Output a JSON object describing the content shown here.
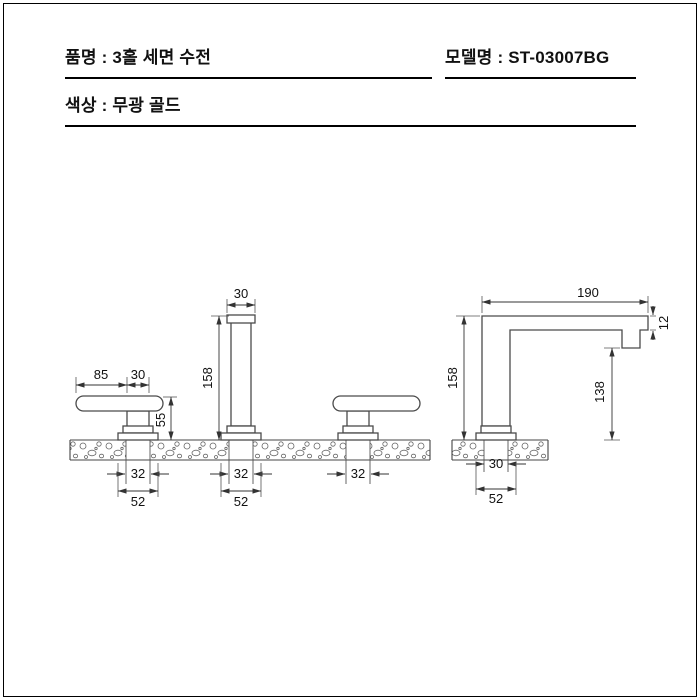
{
  "header": {
    "product": "품명 : 3홀 세면 수전",
    "model": "모델명 : ST-03007BG",
    "color": "색상 : 무광 골드"
  },
  "drawing": {
    "front_view": {
      "dims": {
        "spout_top_width": "30",
        "handle_length": "85",
        "handle_hub_width": "30",
        "spout_height": "158",
        "handle_height": "55",
        "left_shank_width": "32",
        "center_shank_width": "32",
        "right_shank_width": "32",
        "left_base_width": "52",
        "center_base_width": "52"
      }
    },
    "side_view": {
      "dims": {
        "spout_reach": "190",
        "spout_tip_thickness": "12",
        "body_height": "158",
        "spout_clearance_height": "138",
        "shank_width": "30",
        "base_width": "52"
      }
    }
  }
}
